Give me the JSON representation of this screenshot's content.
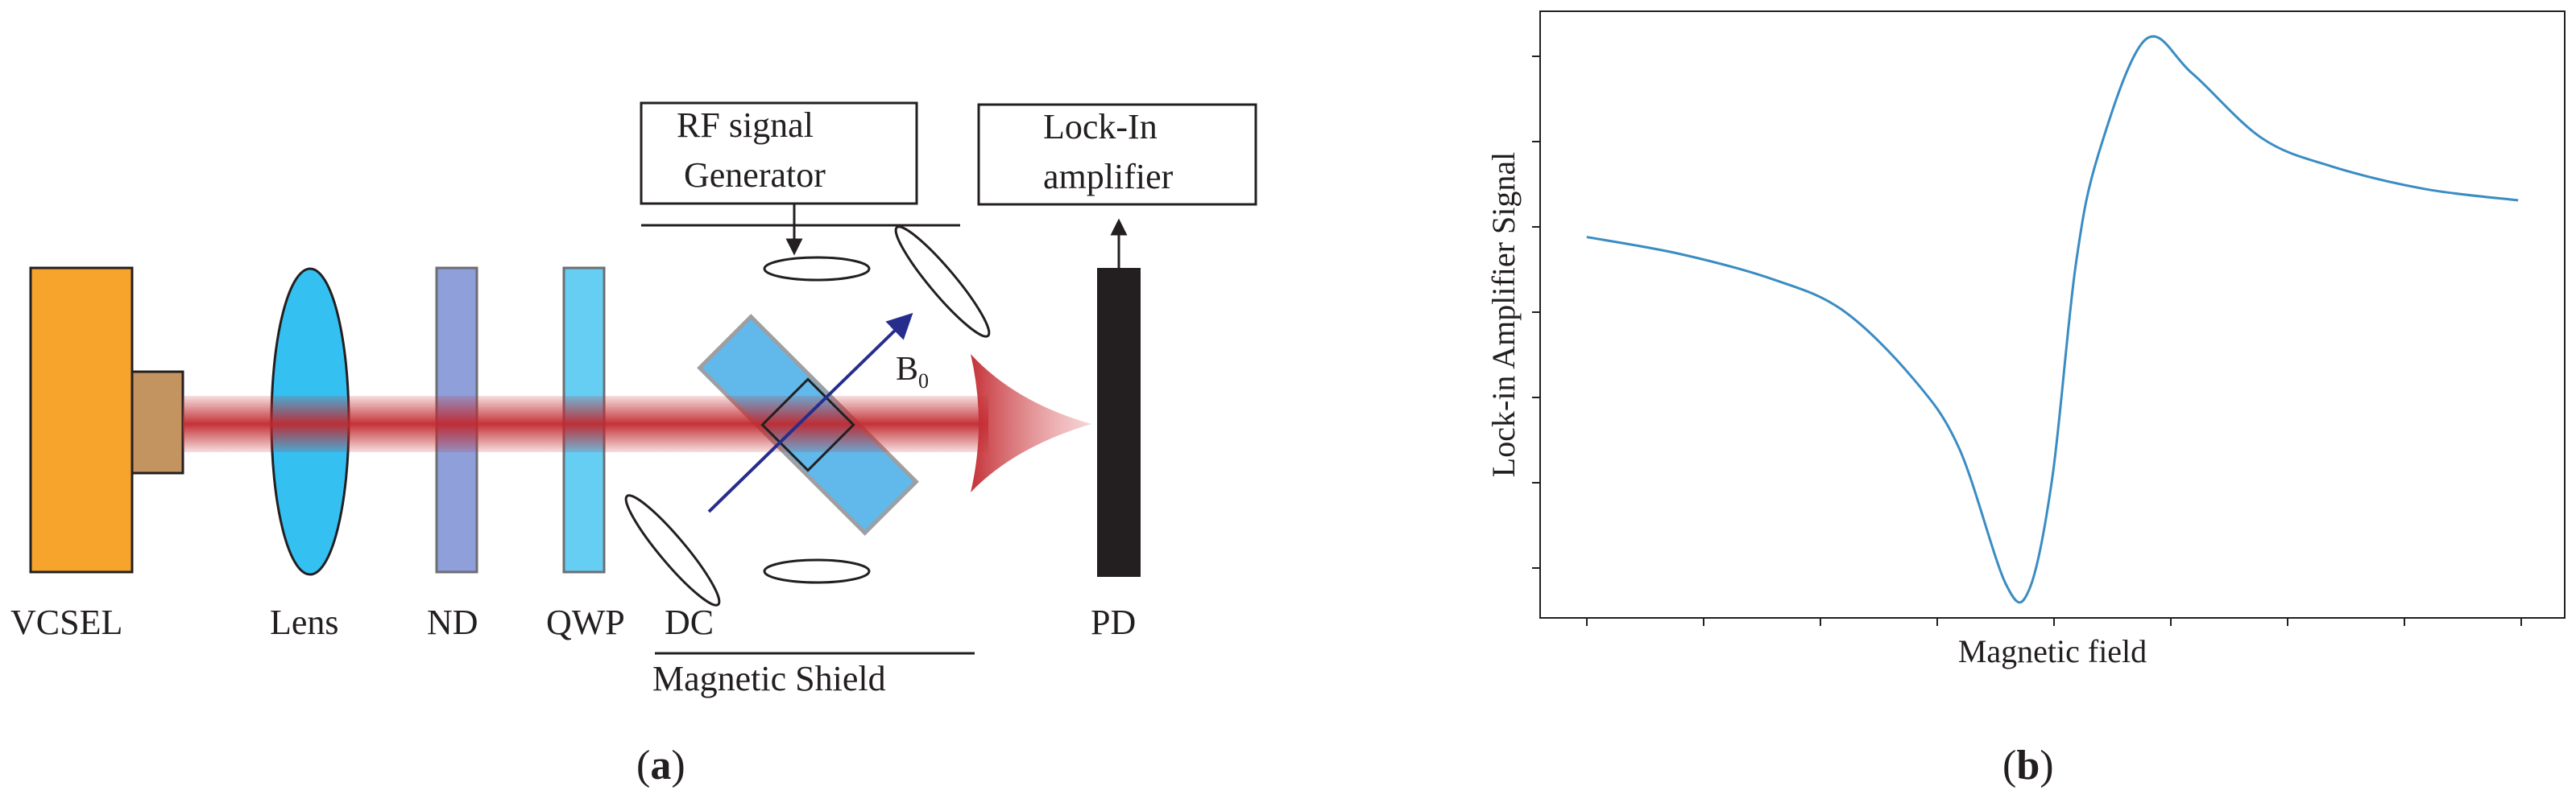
{
  "panel_a": {
    "caption_open": "(",
    "caption_letter": "a",
    "caption_close": ")",
    "labels": {
      "vcsel": "VCSEL",
      "lens": "Lens",
      "nd": "ND",
      "qwp": "QWP",
      "dc": "DC",
      "pd": "PD",
      "magnetic_shield": "Magnetic Shield",
      "b0_main": "B",
      "b0_sub": "0"
    },
    "rf_generator": {
      "line1": "RF signal",
      "line2": "Generator"
    },
    "lockin": {
      "line1": "Lock-In",
      "line2": "amplifier"
    },
    "colors": {
      "vcsel": "#f6a42c",
      "vcsel_stub": "#c49460",
      "lens": "#35c0f2",
      "nd": "#8e9fd9",
      "qwp": "#66cdf3",
      "cell": "#4fb1e8",
      "beam": "#c1272d",
      "b0_arrow": "#262d8c",
      "pd": "#231f20"
    }
  },
  "panel_b": {
    "caption_open": "(",
    "caption_letter": "b",
    "caption_close": ")",
    "chart_data": {
      "type": "line",
      "title": "",
      "xlabel": "Magnetic field",
      "ylabel": "Lock-in Amplifier Signal",
      "x_tick_labels": [],
      "y_tick_labels": [],
      "grid": false,
      "line_color": "#3a8cc3",
      "series": [
        {
          "x": [
            -1.0,
            -0.8,
            -0.6,
            -0.45,
            -0.3,
            -0.2,
            -0.1,
            -0.05,
            0.0,
            0.05,
            0.1,
            0.2,
            0.3,
            0.45,
            0.6,
            0.8,
            1.0
          ],
          "y": [
            0.3,
            0.24,
            0.15,
            0.04,
            -0.2,
            -0.45,
            -0.93,
            -0.95,
            -0.55,
            0.2,
            0.6,
            1.0,
            0.88,
            0.65,
            0.55,
            0.47,
            0.43
          ]
        }
      ],
      "ylim": [
        -1.05,
        1.1
      ],
      "xlim": [
        -1.1,
        1.1
      ]
    }
  }
}
